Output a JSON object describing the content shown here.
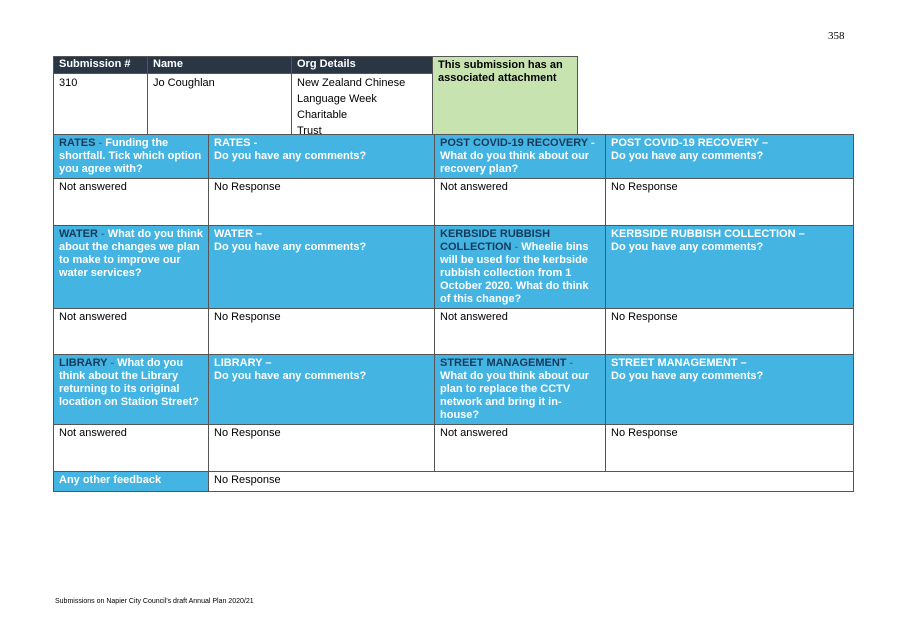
{
  "page_number": "358",
  "submission": {
    "headers": [
      "Submission #",
      "Name",
      "Org Details"
    ],
    "id": "310",
    "name": "Jo Coughlan",
    "org_lines": [
      "New Zealand Chinese",
      "Language Week Charitable",
      "Trust"
    ],
    "attachment_note": "This submission has an associated attachment"
  },
  "grid": {
    "rates": {
      "q1_key": "RATES",
      "q1_sep": " - ",
      "q1_text": "Funding the shortfall. Tick which option you agree with?",
      "q1_answer": "Not answered",
      "q2_line1": "RATES -",
      "q2_line2": "Do you have any comments?",
      "q2_answer": "No Response"
    },
    "covid": {
      "q1_line1": "POST COVID-19 RECOVERY",
      "q1_sep": " - ",
      "q1_text": "What do you think about our recovery plan?",
      "q1_answer": "Not answered",
      "q2_line1": "POST COVID-19 RECOVERY –",
      "q2_line2": "Do you have any comments?",
      "q2_answer": "No Response"
    },
    "water": {
      "q1_key": "WATER",
      "q1_sep": " - ",
      "q1_text": "What do you think about the changes we plan to make to improve our water services?",
      "q1_answer": "Not answered",
      "q2_line1": "WATER –",
      "q2_line2": "Do you have any comments?",
      "q2_answer": "No Response"
    },
    "kerbside": {
      "q1_key": "KERBSIDE RUBBISH COLLECTION",
      "q1_sep": " - ",
      "q1_text": "Wheelie bins will be used for the kerbside rubbish collection from 1 October 2020. What do think of this change?",
      "q1_answer": "Not answered",
      "q2_line1": "KERBSIDE RUBBISH COLLECTION –",
      "q2_line2": "Do you have any comments?",
      "q2_answer": "No Response"
    },
    "library": {
      "q1_key": "LIBRARY",
      "q1_sep": " - ",
      "q1_text": "What do you think about the Library returning to its original location on Station Street?",
      "q1_answer": "Not answered",
      "q2_line1": "LIBRARY –",
      "q2_line2": "Do you have any comments?",
      "q2_answer": "No Response"
    },
    "street": {
      "q1_key": "STREET MANAGEMENT",
      "q1_sep": " - ",
      "q1_text": "What do you think about our plan to replace the CCTV network and bring it in-house?",
      "q1_answer": "Not answered",
      "q2_line1": "STREET MANAGEMENT –",
      "q2_line2": "Do you have any comments?",
      "q2_answer": "No Response"
    },
    "other": {
      "label": "Any other feedback",
      "answer": "No Response"
    }
  },
  "footer": "Submissions on Napier City Council's draft Annual Plan 2020/21",
  "colors": {
    "header_dark": "#2a3643",
    "attachment_green": "#c7e3af",
    "question_blue": "#44b4e2"
  }
}
